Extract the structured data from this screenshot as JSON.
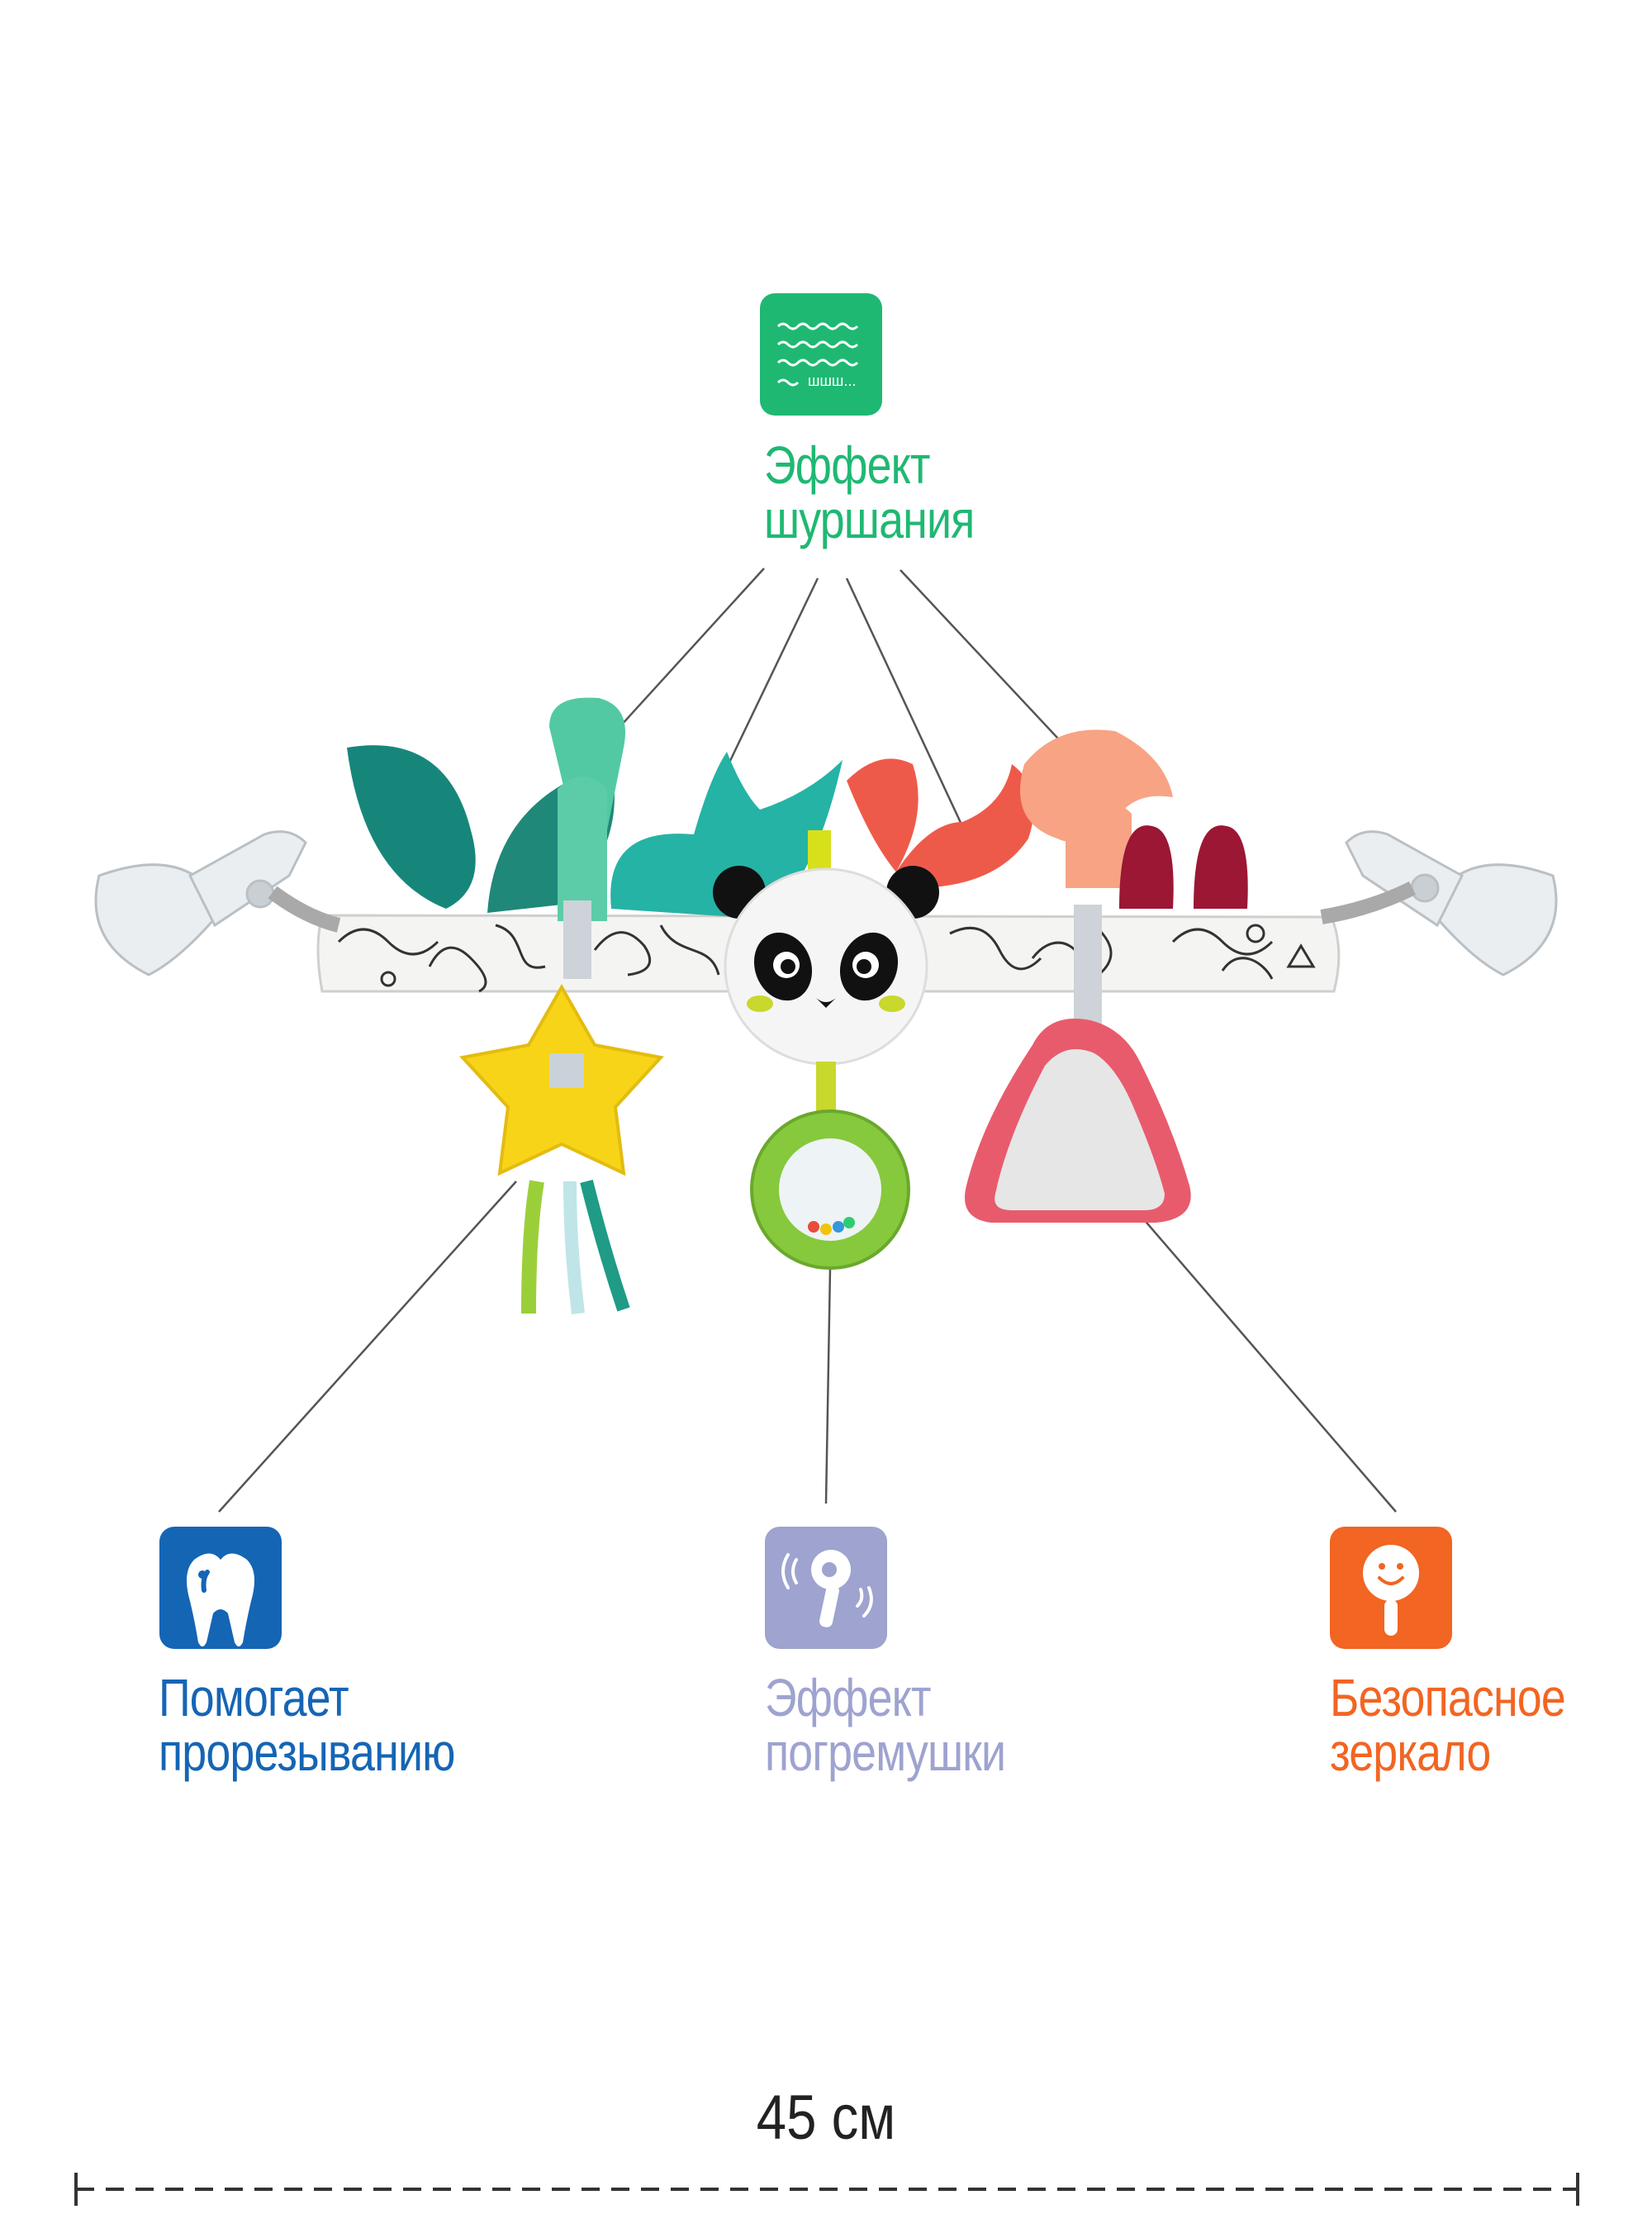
{
  "features": {
    "rustle": {
      "line1": "Эффект",
      "line2": "шуршания",
      "icon_text": "шшш...",
      "icon": "rustle-icon",
      "color": "#1fb873"
    },
    "teething": {
      "line1": "Помогает",
      "line2": "прорезыванию",
      "icon": "tooth-icon",
      "color": "#1565b5"
    },
    "rattle": {
      "line1": "Эффект",
      "line2": "погремушки",
      "icon": "rattle-icon",
      "color": "#9ea3cf"
    },
    "mirror": {
      "line1": "Безопасное",
      "line2": "зеркало",
      "icon": "mirror-icon",
      "color": "#f26522"
    }
  },
  "dimension": {
    "label": "45 см"
  }
}
